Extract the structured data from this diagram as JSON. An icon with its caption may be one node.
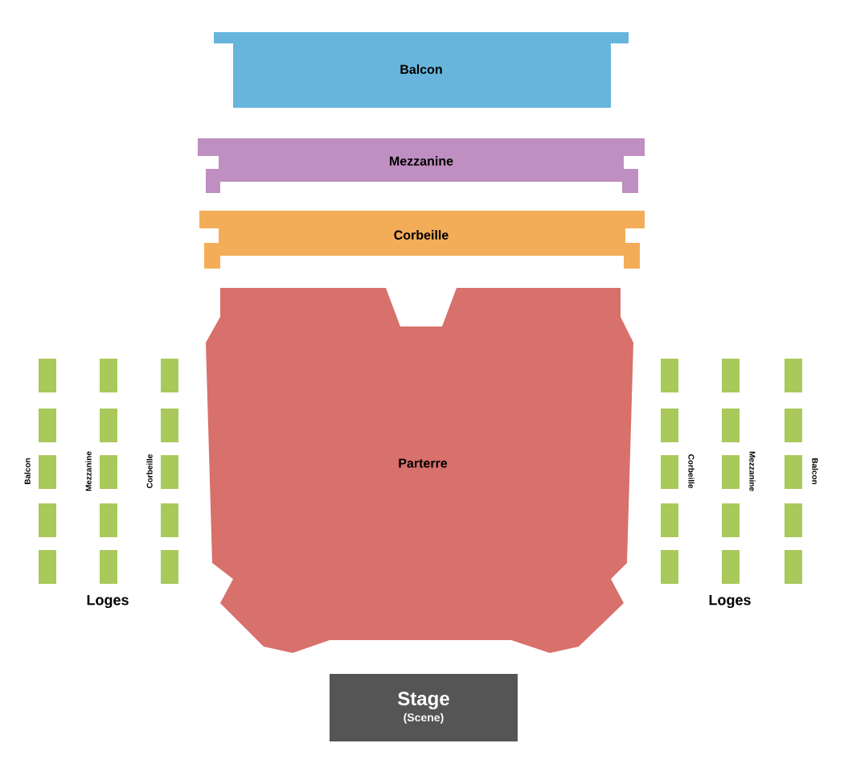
{
  "diagram": {
    "nodes": [
      {
        "text": [
          "Balcon"
        ]
      },
      {
        "text": [
          "Mezzanine"
        ]
      },
      {
        "text": [
          "Corbeille"
        ]
      },
      {
        "text": [
          "Parterre"
        ]
      },
      {
        "text": [
          "Stage",
          "(Scene)"
        ]
      },
      {
        "text": [],
        "shape": "box"
      },
      {
        "text": [],
        "shape": "box"
      },
      {
        "text": [],
        "shape": "box"
      },
      {
        "text": [],
        "shape": "box"
      },
      {
        "text": [],
        "shape": "box"
      },
      {
        "text": [],
        "shape": "box"
      },
      {
        "text": [],
        "shape": "box"
      },
      {
        "text": [],
        "shape": "box"
      },
      {
        "text": [],
        "shape": "box"
      },
      {
        "text": [],
        "shape": "box"
      },
      {
        "text": [],
        "shape": "box"
      },
      {
        "text": [],
        "shape": "box"
      },
      {
        "text": [],
        "shape": "box"
      },
      {
        "text": [],
        "shape": "box"
      },
      {
        "text": [],
        "shape": "box"
      },
      {
        "text": [],
        "shape": "box"
      },
      {
        "text": [],
        "shape": "box"
      },
      {
        "text": [],
        "shape": "box"
      },
      {
        "text": [],
        "shape": "box"
      },
      {
        "text": [],
        "shape": "box"
      },
      {
        "text": [],
        "shape": "box"
      },
      {
        "text": [],
        "shape": "box"
      },
      {
        "text": [],
        "shape": "box"
      },
      {
        "text": [],
        "shape": "box"
      },
      {
        "text": [],
        "shape": "box"
      },
      {
        "text": [],
        "shape": "box"
      },
      {
        "text": [],
        "shape": "box"
      },
      {
        "text": [],
        "shape": "box"
      },
      {
        "text": [],
        "shape": "box"
      },
      {
        "text": [],
        "shape": "box"
      }
    ],
    "edges": [],
    "labels": [
      "Balcon",
      "Mezzanine",
      "Corbeille",
      "Corbeille",
      "Mezzanine",
      "Balcon",
      "Loges",
      "Loges"
    ]
  }
}
